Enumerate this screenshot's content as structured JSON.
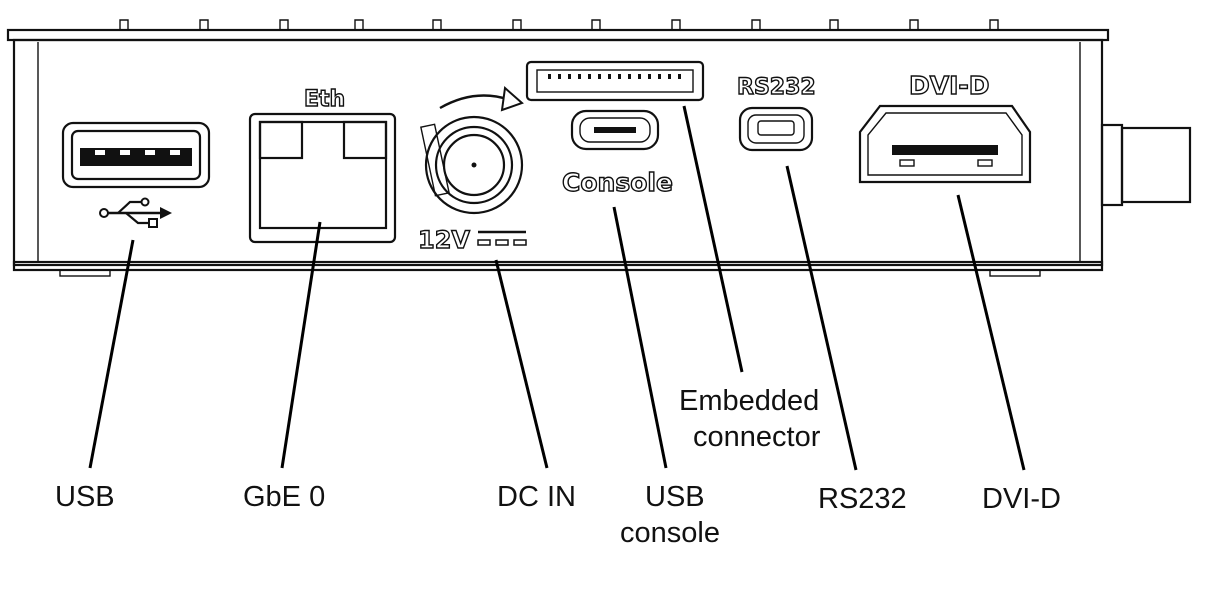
{
  "panel_labels": {
    "eth": "Eth",
    "console": "Console",
    "rs232": "RS232",
    "dvi": "DVI-D",
    "voltage": "12V"
  },
  "callouts": {
    "usb": "USB",
    "gbe": "GbE 0",
    "dcin": "DC IN",
    "usb_console_1": "USB",
    "usb_console_2": "console",
    "embedded_1": "Embedded",
    "embedded_2": "connector",
    "rs232": "RS232",
    "dvi": "DVI-D"
  }
}
